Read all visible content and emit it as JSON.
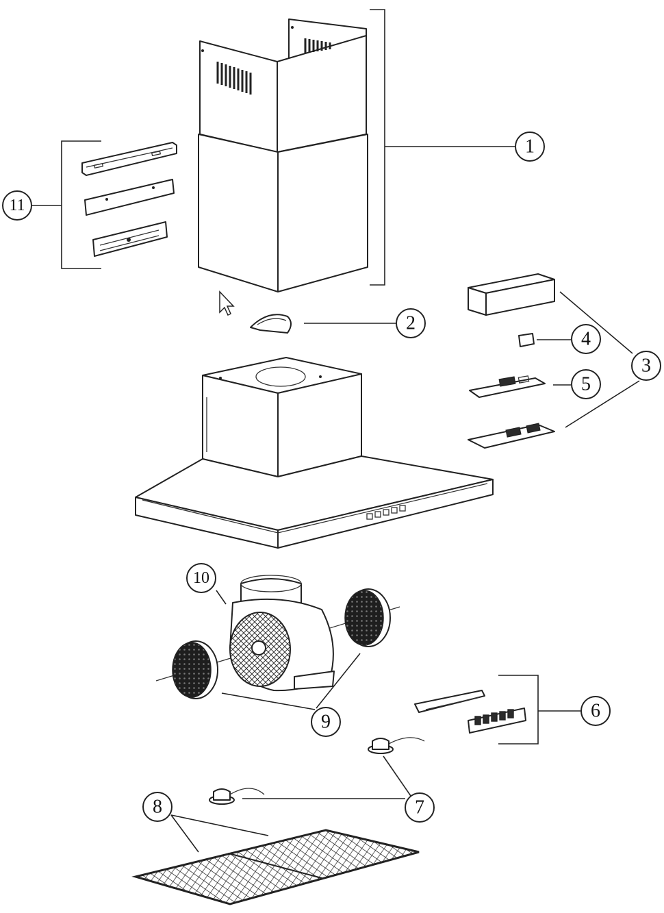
{
  "callouts": [
    {
      "id": "1",
      "label": "1"
    },
    {
      "id": "2",
      "label": "2"
    },
    {
      "id": "3",
      "label": "3"
    },
    {
      "id": "4",
      "label": "4"
    },
    {
      "id": "5",
      "label": "5"
    },
    {
      "id": "6",
      "label": "6"
    },
    {
      "id": "7",
      "label": "7"
    },
    {
      "id": "8",
      "label": "8"
    },
    {
      "id": "9",
      "label": "9"
    },
    {
      "id": "10",
      "label": "10"
    },
    {
      "id": "11",
      "label": "11"
    }
  ],
  "icons": {
    "cursor": "mouse-pointer-icon"
  }
}
